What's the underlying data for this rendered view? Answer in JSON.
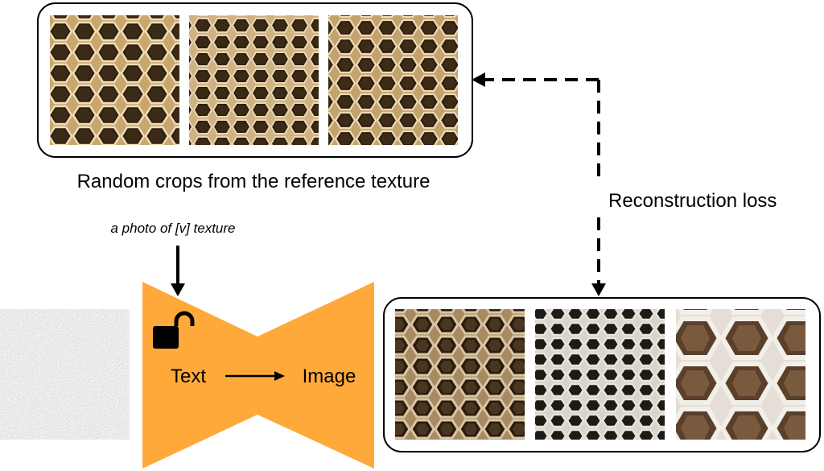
{
  "reference_panel": {
    "caption": "Random crops from the reference texture",
    "crops": [
      "honeycomb-crop",
      "honeycomb-crop",
      "honeycomb-crop"
    ]
  },
  "prompt": {
    "text": "a photo of [v] texture"
  },
  "model": {
    "input_label": "Text",
    "output_label": "Image",
    "lock_state": "unlocked",
    "lock_icon": "unlocked-padlock-icon"
  },
  "loss": {
    "label": "Reconstruction loss"
  },
  "generated_panel": {
    "crops": [
      "generated-honeycomb",
      "generated-honeycomb-web",
      "generated-honeycomb-closeup"
    ]
  },
  "colors": {
    "model_fill": "#FFA93A",
    "cell_wall_light": "#E6D2A8",
    "cell_wall_dark": "#9B7A4C",
    "cell_hole": "#2A1D10",
    "gen_wall": "#D9D3CC",
    "gen_hole": "#1E1A15"
  }
}
